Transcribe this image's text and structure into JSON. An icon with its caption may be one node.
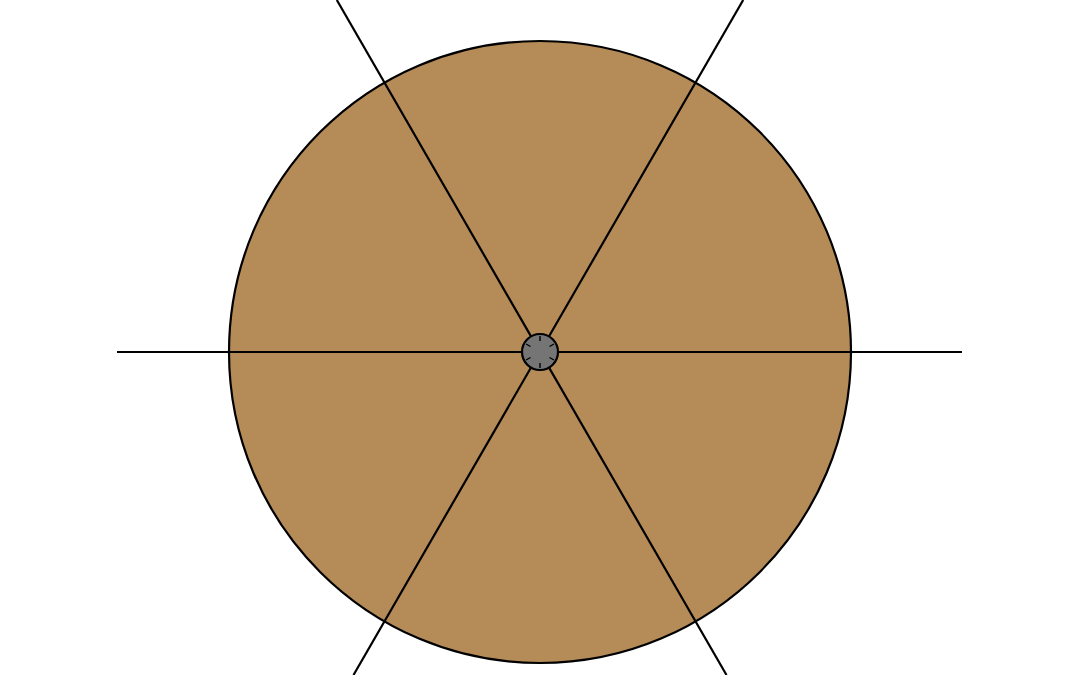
{
  "diagram": {
    "nodes": [
      {
        "text": [],
        "shape": "circle"
      },
      {
        "text": [],
        "shape": "circle",
        "in": 0
      }
    ]
  }
}
